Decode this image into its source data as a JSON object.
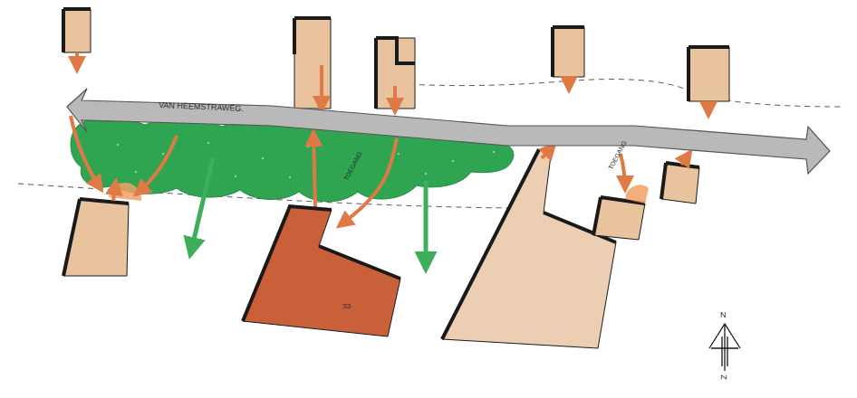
{
  "diagram": {
    "nodes": [
      {
        "text": [
          "VAN HEEMSTRAWEG."
        ]
      },
      {
        "text": [
          "33"
        ]
      }
    ],
    "edges": [
      {
        "from": 1,
        "to": 0,
        "arrow": "to"
      },
      {
        "from": 0,
        "to": 1,
        "arrow": "to",
        "label": "TOEGANG"
      }
    ],
    "labels": [
      "TOEGANG",
      "N",
      "Z"
    ]
  }
}
